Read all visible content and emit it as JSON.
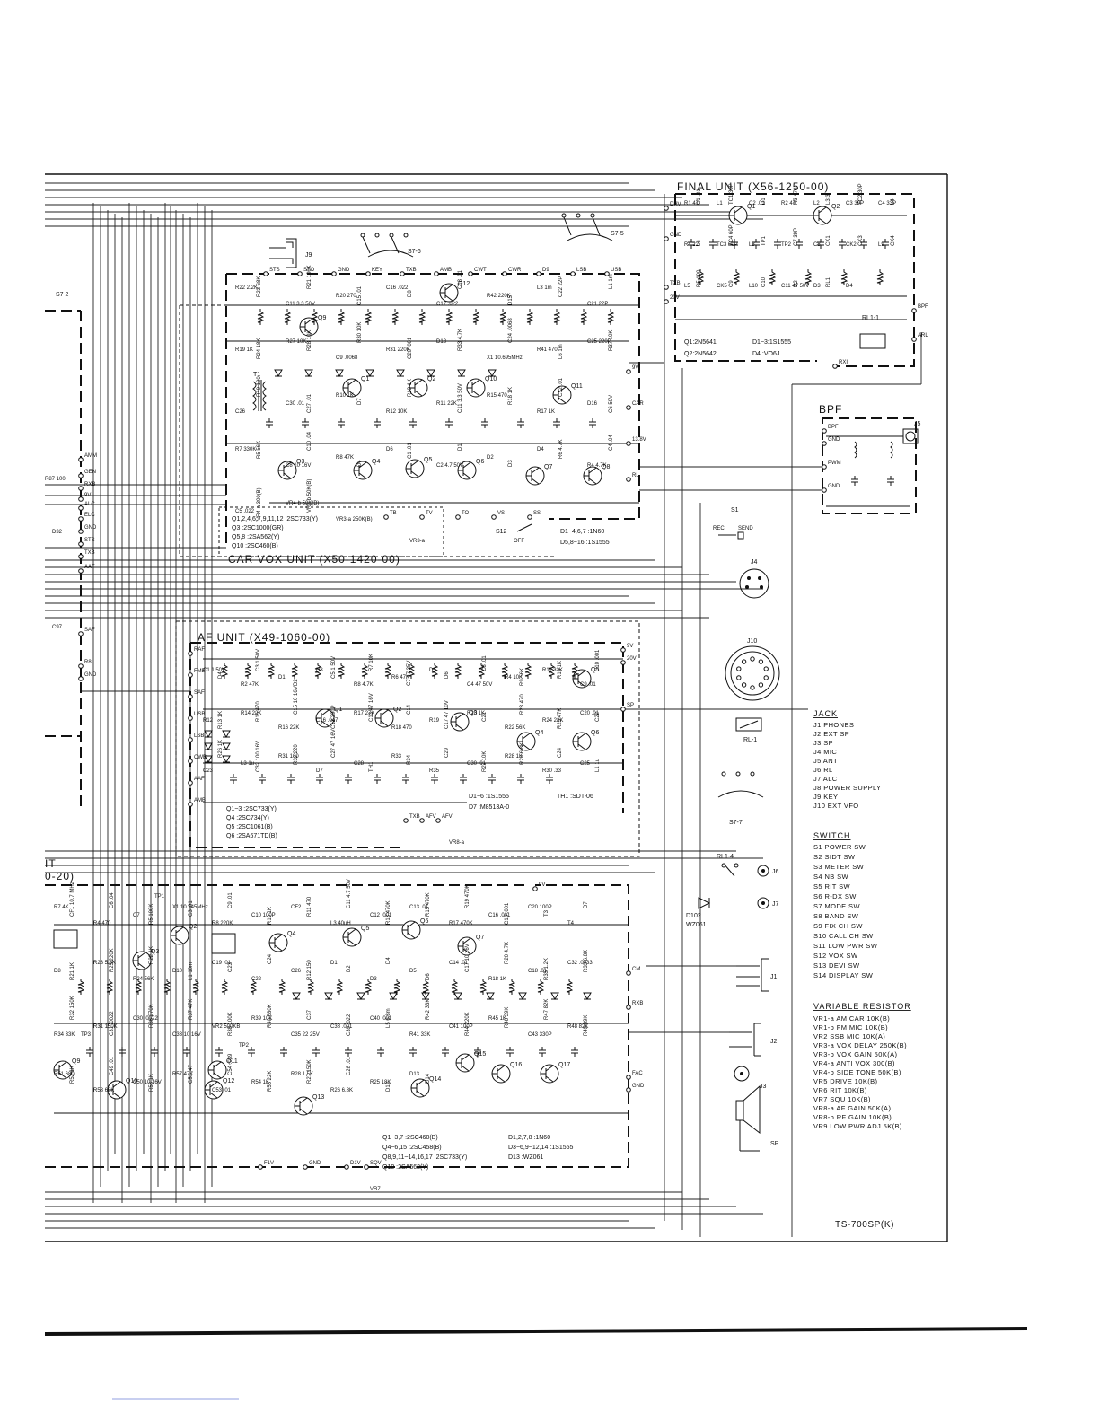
{
  "units": {
    "final": "FINAL UNIT (X56-1250-00)",
    "bpf": "BPF",
    "carvox": "CAR VOX UNIT (X50-1420-00)",
    "af": "AF UNIT (X49-1060-00)",
    "left_partial": "IT",
    "left_partial2": "0-20)"
  },
  "model": "TS-700SP(K)",
  "final_parts": [
    "Q1:2N5641",
    "Q2:2N5642",
    "D1~3:1S1555",
    "D4 :VO6J"
  ],
  "carvox_parts": [
    "Q1,2,4,6,7,9,11,12 :2SC733(Y)",
    "Q3 :2SC1000(GR)",
    "Q5,8 :2SA562(Y)",
    "Q10 :2SC460(B)"
  ],
  "carvox_diodes": [
    "D1~4,6,7 :1N60",
    "D5,8~16 :1S1555"
  ],
  "af_parts": [
    "Q1~3 :2SC733(Y)",
    "Q4 :2SC734(Y)",
    "Q5 :2SC1061(B)",
    "Q6 :2SA671TD(B)"
  ],
  "af_diodes": [
    "D1~6 :1S1555",
    "D7 :M8513A-0",
    "TH1 :SDT-06"
  ],
  "if_parts": [
    "Q1~3,7 :2SC460(B)",
    "Q4~6,15 :2SC458(B)",
    "Q8,9,11~14,16,17 :2SC733(Y)",
    "Q10 :2SA562(Y)"
  ],
  "if_diodes": [
    "D1,2,7,8 :1N60",
    "D3~6,9~12,14 :1S1555",
    "D13 :WZ061"
  ],
  "jack": {
    "title": "JACK",
    "items": [
      "J1 PHONES",
      "J2 EXT SP",
      "J3 SP",
      "J4 MIC",
      "J5 ANT",
      "J6 RL",
      "J7 ALC",
      "J8 POWER SUPPLY",
      "J9 KEY",
      "J10 EXT VFO"
    ]
  },
  "switch": {
    "title": "SWITCH",
    "items": [
      "S1 POWER SW",
      "S2 SIDT SW",
      "S3 METER SW",
      "S4 NB SW",
      "S5 RIT SW",
      "S6 R-DX SW",
      "S7 MODE SW",
      "S8 BAND SW",
      "S9 FIX CH SW",
      "S10 CALL CH SW",
      "S11 LOW PWR SW",
      "S12 VOX SW",
      "S13 DEVI SW",
      "S14 DISPLAY SW"
    ]
  },
  "varres": {
    "title": "VARIABLE RESISTOR",
    "items": [
      "VR1-a AM CAR 10K(B)",
      "VR1-b FM MIC 10K(B)",
      "VR2 SSB MIC 10K(A)",
      "VR3-a VOX DELAY 250K(B)",
      "VR3-b VOX GAIN 50K(A)",
      "VR4-a ANTI VOX 300(B)",
      "VR4-b SIDE TONE 50K(B)",
      "VR5 DRIVE 10K(B)",
      "VR6 RIT 10K(B)",
      "VR7 SQU 10K(B)",
      "VR8-a AF GAIN 50K(A)",
      "VR8-b RF GAIN 10K(B)",
      "VR9 LOW PWR ADJ 5K(B)"
    ]
  },
  "labels": {
    "j9": "J9",
    "j4": "J4",
    "j5": "J5",
    "j6": "J6",
    "j7": "J7",
    "j10": "J10",
    "j1": "J1",
    "j2": "J2",
    "j3": "J3",
    "sp": "SP",
    "s76": "S7-6",
    "s75": "S7-5",
    "s77": "S7-7",
    "s72": "S7 2",
    "s1": "S1",
    "s12": "S12",
    "rec": "REC",
    "send": "SEND",
    "off": "OFF",
    "rl1": "RL-1",
    "rl14": "RL1-4",
    "rl11": "RL1-1",
    "d102": "D102",
    "wz061": "WZ061",
    "vr8a": "VR8-a",
    "vr3a": "VR3-a",
    "vr7": "VR7",
    "r87": "R87 100",
    "c97": "C97",
    "d32": "D32",
    "pins_left": [
      "GEN",
      "RXB",
      "9V",
      "ALC",
      "ELC",
      "GND",
      "STS",
      "TXB",
      "AAF",
      "SAF",
      "R8",
      "GND",
      "AMM"
    ],
    "pins_vox_top": [
      "STS",
      "STO",
      "GND",
      "KEY",
      "TXB",
      "AMB",
      "CWT",
      "CWR",
      "D9",
      "LSB",
      "USB"
    ],
    "pins_vox_right": [
      "9V",
      "CAR",
      "13.8V",
      "RL"
    ],
    "pins_vox_bottom": [
      "TB",
      "TV",
      "TO",
      "VS",
      "SS"
    ],
    "pins_af_left": [
      "RAF",
      "FMB",
      "SAF",
      "USB",
      "LSB",
      "CWB",
      "AAF",
      "AMB"
    ],
    "pins_af_right": [
      "9V",
      "20V",
      "SP"
    ],
    "pins_af_bottom": [
      "TXB",
      "AFV",
      "AFV"
    ],
    "pins_final": [
      "DRV",
      "GND",
      "TXB",
      "20V",
      "BPF",
      "ARL",
      "RXI"
    ],
    "pins_bpf": [
      "BPF",
      "GND",
      "PWM",
      "GND"
    ],
    "pins_if": [
      "9V",
      "CM",
      "RXB",
      "FAC",
      "GND",
      "F1V",
      "GND",
      "D1V",
      "SQV"
    ],
    "tp": [
      "TP1",
      "TP2",
      "TP3"
    ],
    "t1": "T1"
  },
  "transistors": {
    "carvox": [
      "Q12",
      "Q9",
      "Q1",
      "Q2",
      "Q10",
      "Q11",
      "Q3",
      "Q4",
      "Q5",
      "Q6",
      "Q7",
      "Q8"
    ],
    "af": [
      "Q1",
      "Q2",
      "Q3",
      "Q4",
      "Q5",
      "Q6"
    ],
    "if": [
      "Q2",
      "Q3",
      "Q4",
      "Q5",
      "Q6",
      "Q7",
      "Q9",
      "Q10",
      "Q11",
      "Q12",
      "Q13",
      "Q14",
      "Q15",
      "Q16",
      "Q17"
    ],
    "final": [
      "Q1",
      "Q2"
    ]
  },
  "component_labels": {
    "carvox": [
      "R22 2.2K",
      "R23 68K",
      "C11 3.3 50V",
      "R21 100K",
      "R20 270",
      "C15 .01",
      "C16 .022",
      "D8",
      "C17 .022",
      "C18 .01",
      "R42 220K",
      "D15",
      "L3 1m",
      "C22 22P",
      "C21 22P",
      "L1 1m",
      "R19 1K",
      "R24 18K",
      "R27 10K",
      "R28 10K",
      "C9 .0068",
      "R30 10K",
      "R31 220K",
      "C20 .001",
      "D13",
      "R33 4.7K",
      "X1 10.695MHz",
      "C24 .0068",
      "R41 470",
      "L6 1m",
      "C25 220P",
      "R37 10K",
      "C26",
      "R40 100",
      "C30 .01",
      "C27 .01",
      "R10 1K",
      "D7",
      "R12 10K",
      "R13 1K",
      "R11 22K",
      "C11 3.3 50V",
      "R15 470",
      "R18 1K",
      "R17 1K",
      "C12 .01",
      "D16",
      "C6 50V",
      "R7 330K",
      "R5 56K",
      "C8 10 16V",
      "C10 .04",
      "R8 47K",
      "D4",
      "D6",
      "C1 .01",
      "C2 4.7 50V",
      "D1",
      "D2",
      "D3",
      "D4",
      "R6 4.7K",
      "R4 4.7K",
      "C4 .04",
      "C5 .022",
      "VR4-a 300(B)",
      "VR4-b 50K(B)",
      "VR3-b 50K(B)",
      "VR3-a 250K(B)"
    ],
    "af": [
      "C1 1 50V",
      "D4",
      "R2 47K",
      "C3 1 50V",
      "D1",
      "D2",
      "D3",
      "C5 1 50V",
      "R8 4.7K",
      "R7 10K",
      "R6 47K",
      "C7 47 35V",
      "D5",
      "D6",
      "C4 47 50V",
      "C8 .01",
      "R4 10K",
      "R9 56K",
      "R11 33K",
      "R10 1K",
      "C9 .01",
      "C10 .001",
      "R12",
      "R13 1K",
      "R14 22K",
      "R15 470",
      "R16 22K",
      "C15 10 16V",
      "C16 .047",
      "C12 390P",
      "R17 27K",
      "C13 47 16V",
      "R18 470",
      "C14",
      "R19",
      "C17 47 10V",
      "R20 1K",
      "C21",
      "R22 56K",
      "R23 470",
      "R24 22K",
      "R25 47K",
      "C20 .01",
      "C22",
      "C23",
      "R26 1K",
      "L3 1u",
      "C32 100 16V",
      "R31 100",
      "R32 220",
      "D7",
      "C27 47 16V",
      "C28",
      "TH1",
      "R33",
      "R34",
      "R35",
      "C29",
      "C30 .01",
      "R27 10K",
      "R28 1K",
      "R29 6.8K",
      "R30 .33",
      "C24",
      "C25",
      "L1 1u"
    ],
    "if": [
      "R7 4K",
      "CF1 10.7 MHz",
      "R4 470",
      "C6 .04",
      "C7",
      "R5 100K",
      "X1 10.245MHz",
      "C3 .01",
      "R8 220K",
      "C9 .01",
      "C10 100P",
      "R10 1K",
      "CF2",
      "R11 470",
      "L3 40uH",
      "C11 4.7 50V",
      "C12 .001",
      "R13 470K",
      "C13 .01",
      "R15 470K",
      "R17 470K",
      "R19 470K",
      "C16 .001",
      "C15 .001",
      "C20 100P",
      "T3",
      "T4",
      "D7",
      "D8",
      "R21 1K",
      "R23 5.6K",
      "R25 220K",
      "R24 56K",
      "R22 1K",
      "D10",
      "L1 10m",
      "C19 .01",
      "C23",
      "C22",
      "C24",
      "C26",
      "R12 150",
      "D1",
      "D2",
      "D3",
      "D4",
      "D5",
      "D6",
      "C14 .01",
      "C17 10 16V",
      "R18 1K",
      "R20 4.7K",
      "C18 .01",
      "R35 1.2K",
      "C32 .0033",
      "R33 6.8K",
      "R34 33K",
      "R32 150K",
      "R31 150K",
      "C31 .0022",
      "C30 .0022",
      "R36 270K",
      "C33 10 16V",
      "R37 47K",
      "VR2 500KB",
      "R38 100K",
      "R39 10K",
      "R40 680K",
      "C35 22 25V",
      "C37",
      "C38 .001",
      "C39 .022",
      "C40 .001",
      "L5 6.8m",
      "R41 33K",
      "R42 33K",
      "C41 100P",
      "R44 220K",
      "R45 1K",
      "R46 39K",
      "C43 330P",
      "R47 82K",
      "R48 82K",
      "R49 39K",
      "R51 680",
      "R52 1K",
      "R53 68K",
      "C49 .01",
      "C50 10 16V",
      "R56 1K",
      "R57 47K",
      "C51 .47",
      "C53 .01",
      "C54 .039",
      "R54 1K",
      "R55 22K",
      "R28 1.5K",
      "R27 150K",
      "R26 6.8K",
      "C28 .01",
      "R25 18K",
      "D12",
      "D13",
      "D14"
    ],
    "final": [
      "R1 47",
      "C1 .01",
      "L1",
      "TC1 30P",
      "C2 .01",
      "D1",
      "R2 47",
      "R3 470",
      "L2",
      "L3 3",
      "C3 39P",
      "TC2 30P",
      "C4 33P",
      "L4",
      "R4 22",
      "L6",
      "TC3 60P",
      "TC4 60P",
      "L8",
      "TP1",
      "TP2",
      "C7 39P",
      "C8",
      "CK1",
      "CK2",
      "CK3",
      "L9",
      "CK4",
      "L5",
      "R5 100",
      "CK5",
      "C9",
      "L10",
      "C10",
      "C11 47 50V",
      "D2",
      "D3",
      "RL1",
      "D4"
    ]
  }
}
